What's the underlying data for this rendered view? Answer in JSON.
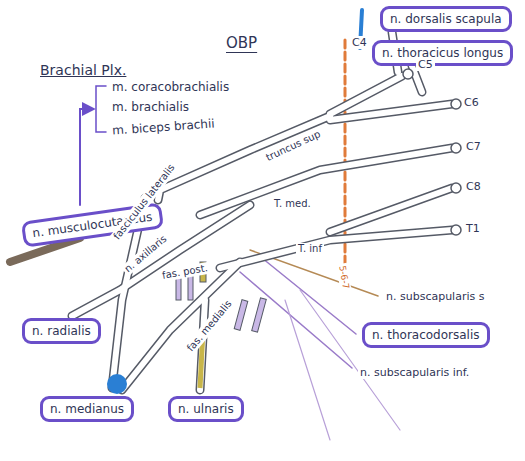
{
  "diagram": {
    "title": "OBP",
    "nodes": [
      {
        "text": [
          "n. dorsalis scapula"
        ]
      },
      {
        "text": [
          "n. thoracicus longus"
        ]
      },
      {
        "text": [
          "n. musculocutaneus"
        ]
      },
      {
        "text": [
          "n. radialis"
        ]
      },
      {
        "text": [
          "n. thoracodorsalis"
        ]
      },
      {
        "text": [
          "n. medianus"
        ]
      },
      {
        "text": [
          "n. ulnaris"
        ]
      }
    ],
    "labels": [
      "Brachial Plx.",
      "C4",
      "C5",
      "m. coracobrachialis",
      "m. brachialis",
      "m. biceps brachii",
      "truncus sup",
      "C6",
      "fasciculus lateralis",
      "T. med.",
      "C7",
      "C8",
      "n. axillaris",
      "T. inf",
      "fas. post.",
      "T1",
      "5-6-7",
      "n. subscapularis s",
      "fas. medialis",
      "n. subscapularis inf."
    ]
  }
}
